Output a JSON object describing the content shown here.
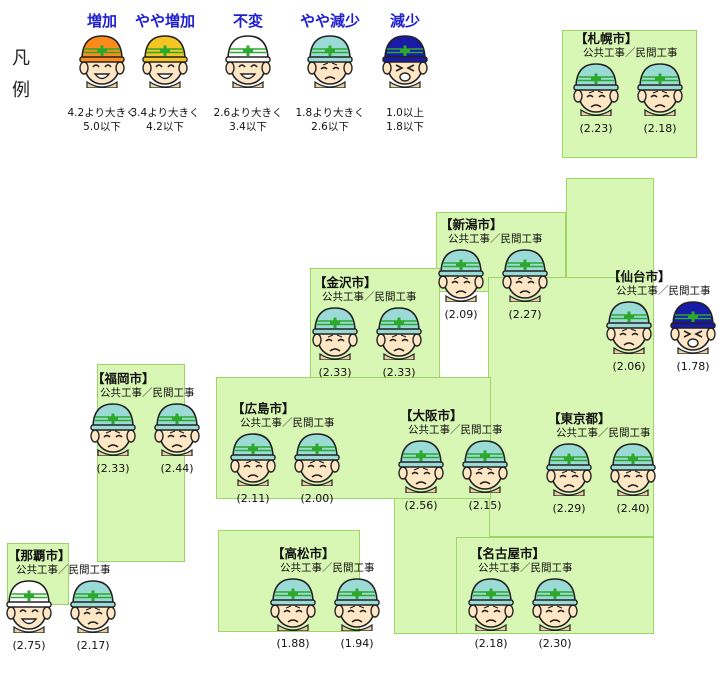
{
  "legend": {
    "side_label": [
      "凡",
      "例"
    ],
    "items": [
      {
        "label": "増加",
        "range1": "4.2より大きく",
        "range2": "5.0以下",
        "color": "#ff8a1c"
      },
      {
        "label": "やや増加",
        "range1": "3.4より大きく",
        "range2": "4.2以下",
        "color": "#f5c623"
      },
      {
        "label": "不変",
        "range1": "2.6より大きく",
        "range2": "3.4以下",
        "color": "#ffffff"
      },
      {
        "label": "やや減少",
        "range1": "1.8より大きく",
        "range2": "2.6以下",
        "color": "#9adbd6"
      },
      {
        "label": "減少",
        "range1": "1.0以上",
        "range2": "1.8以下",
        "color": "#1a1aa8"
      }
    ]
  },
  "sub_label": "公共工事／民間工事",
  "cities": [
    {
      "name": "【札幌市】",
      "public": "(2.23)",
      "private": "(2.18)"
    },
    {
      "name": "【新潟市】",
      "public": "(2.09)",
      "private": "(2.27)"
    },
    {
      "name": "【仙台市】",
      "public": "(2.06)",
      "private": "(1.78)"
    },
    {
      "name": "【金沢市】",
      "public": "(2.33)",
      "private": "(2.33)"
    },
    {
      "name": "【福岡市】",
      "public": "(2.33)",
      "private": "(2.44)"
    },
    {
      "name": "【広島市】",
      "public": "(2.11)",
      "private": "(2.00)"
    },
    {
      "name": "【大阪市】",
      "public": "(2.56)",
      "private": "(2.15)"
    },
    {
      "name": "【東京都】",
      "public": "(2.29)",
      "private": "(2.40)"
    },
    {
      "name": "【那覇市】",
      "public": "(2.75)",
      "private": "(2.17)"
    },
    {
      "name": "【高松市】",
      "public": "(1.88)",
      "private": "(1.94)"
    },
    {
      "name": "【名古屋市】",
      "public": "(2.18)",
      "private": "(2.30)"
    }
  ]
}
